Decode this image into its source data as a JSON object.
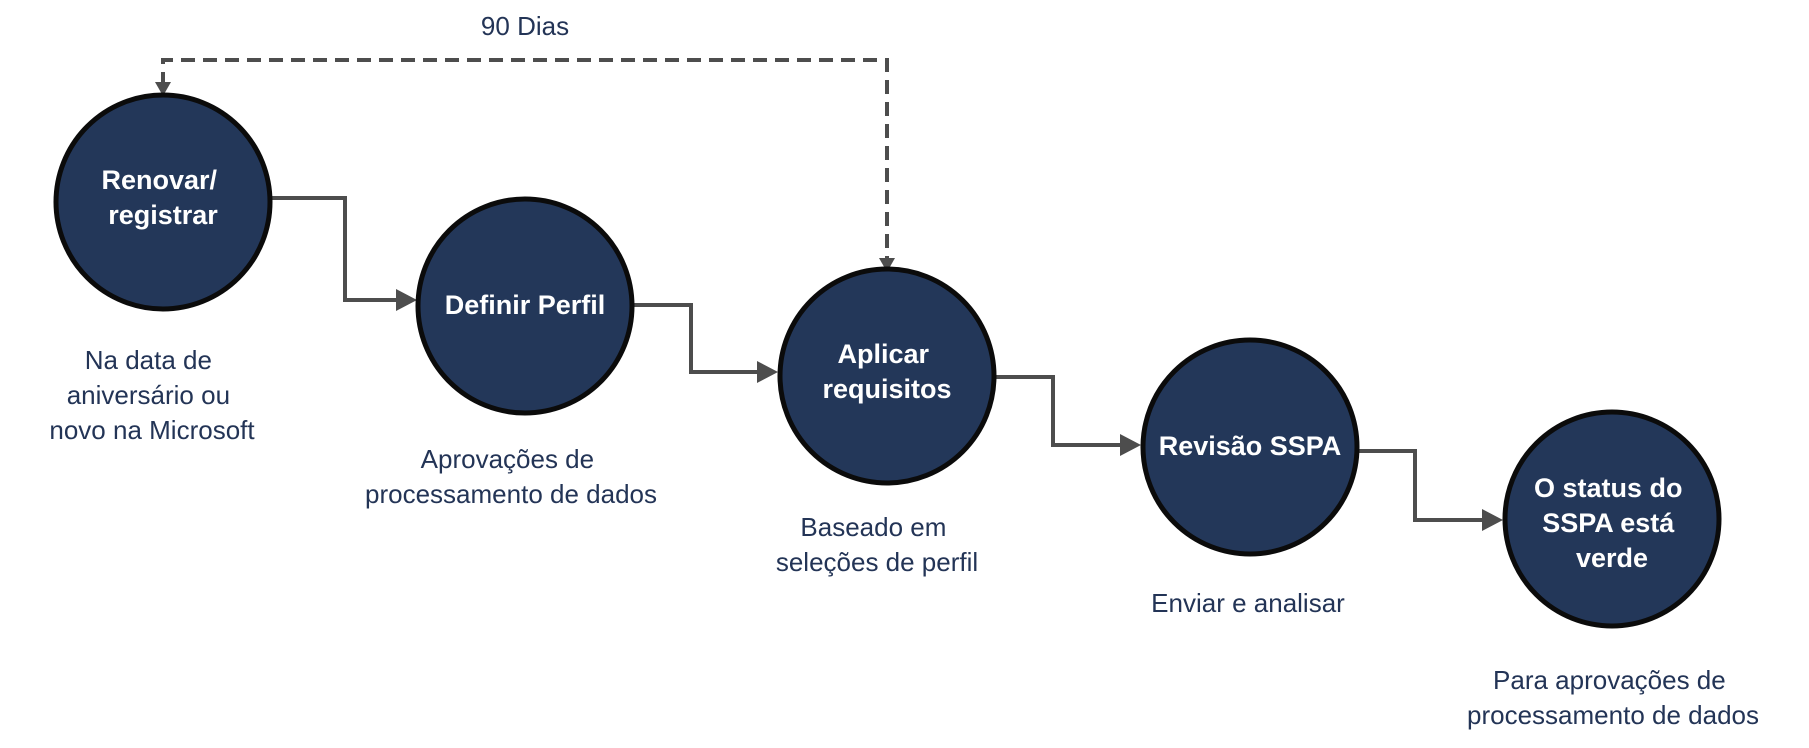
{
  "colors": {
    "node_fill": "#233759",
    "node_stroke": "#0b0b0b",
    "connector": "#4d4d4d",
    "text_dark": "#233456"
  },
  "loop": {
    "label": "90 Dias"
  },
  "steps": [
    {
      "lines": [
        "Renovar/",
        "registrar"
      ],
      "caption": [
        "Na data de",
        "aniversário ou",
        "novo na Microsoft"
      ]
    },
    {
      "lines": [
        "Definir Perfil"
      ],
      "caption": [
        "Aprovações de",
        "processamento de dados"
      ]
    },
    {
      "lines": [
        "Aplicar",
        "requisitos"
      ],
      "caption": [
        "Baseado em",
        "seleções de perfil"
      ]
    },
    {
      "lines": [
        "Revisão SSPA"
      ],
      "caption": [
        "Enviar e analisar"
      ]
    },
    {
      "lines": [
        "O status do",
        "SSPA está",
        "verde"
      ],
      "caption": [
        "Para aprovações de",
        "processamento de dados"
      ]
    }
  ]
}
